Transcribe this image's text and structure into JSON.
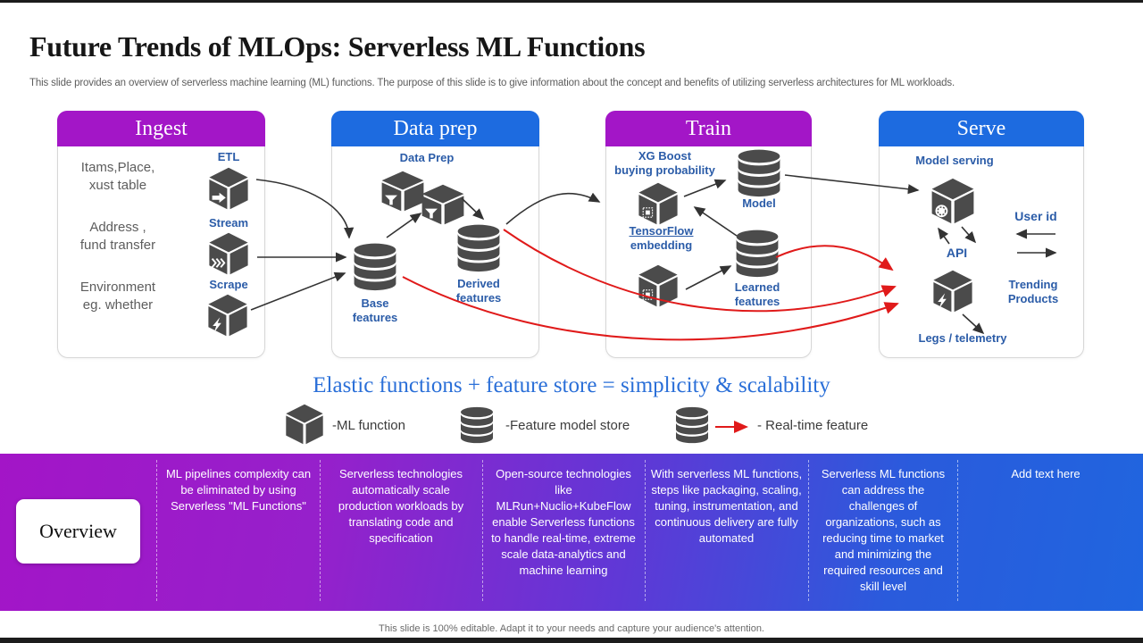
{
  "title": "Future Trends of MLOps: Serverless ML Functions",
  "subtitle": "This slide provides an overview of serverless machine learning (ML) functions. The purpose of this slide is to give information about the concept and benefits of utilizing serverless architectures for ML workloads.",
  "panels": {
    "ingest": {
      "title": "Ingest",
      "rows": [
        {
          "lines": [
            "Itams,Place,",
            "xust table"
          ],
          "label": "ETL",
          "icon": "etl-arrow-cube-icon"
        },
        {
          "lines": [
            "Address ,",
            "fund transfer"
          ],
          "label": "Stream",
          "icon": "stream-chevrons-cube-icon"
        },
        {
          "lines": [
            "Environment",
            "eg. whether"
          ],
          "label": "Scrape",
          "icon": "scrape-lightning-cube-icon"
        }
      ]
    },
    "dataprep": {
      "title": "Data prep",
      "function_label": "Data Prep",
      "base_store": "Base features",
      "derived_store": "Derived features"
    },
    "train": {
      "title": "Train",
      "xgboost_lines": [
        "XG Boost",
        "buying probability"
      ],
      "tensorflow_label": "TensorFlow",
      "embedding_label": "embedding",
      "model_store": "Model",
      "learned_store": "Learned features"
    },
    "serve": {
      "title": "Serve",
      "model_serving_label": "Model serving",
      "user_id_label": "User id",
      "api_label": "API",
      "trending_label": "Trending Products",
      "telemetry_label": "Legs / telemetry"
    }
  },
  "tagline": "Elastic functions + feature store = simplicity & scalability",
  "legend": {
    "ml_function": "-ML function",
    "feature_store": "-Feature model store",
    "realtime": "- Real-time feature"
  },
  "overview": {
    "label": "Overview",
    "columns": [
      "ML pipelines complexity can be eliminated by using Serverless \"ML Functions\"",
      "Serverless technologies automatically scale production workloads by translating code and specification",
      "Open-source technologies like MLRun+Nuclio+KubeFlow enable Serverless functions to handle real-time, extreme scale data-analytics and machine learning",
      "With serverless ML functions, steps like packaging, scaling, tuning, instrumentation, and continuous delivery are fully automated",
      "Serverless ML functions can address the challenges of organizations, such as reducing time to market and minimizing the required resources and skill level",
      "Add text here"
    ]
  },
  "footer": "This slide is 100% editable. Adapt it to your needs and capture your audience's attention.",
  "colors": {
    "header_purple": "#A316C7",
    "header_blue": "#1D6BE0",
    "label_blue": "#2B5CA8",
    "icon_gray": "#4B4B4B",
    "arrow_red": "#E01A1A",
    "band_gradient_left": "#A315C7",
    "band_gradient_right": "#2065DF"
  }
}
